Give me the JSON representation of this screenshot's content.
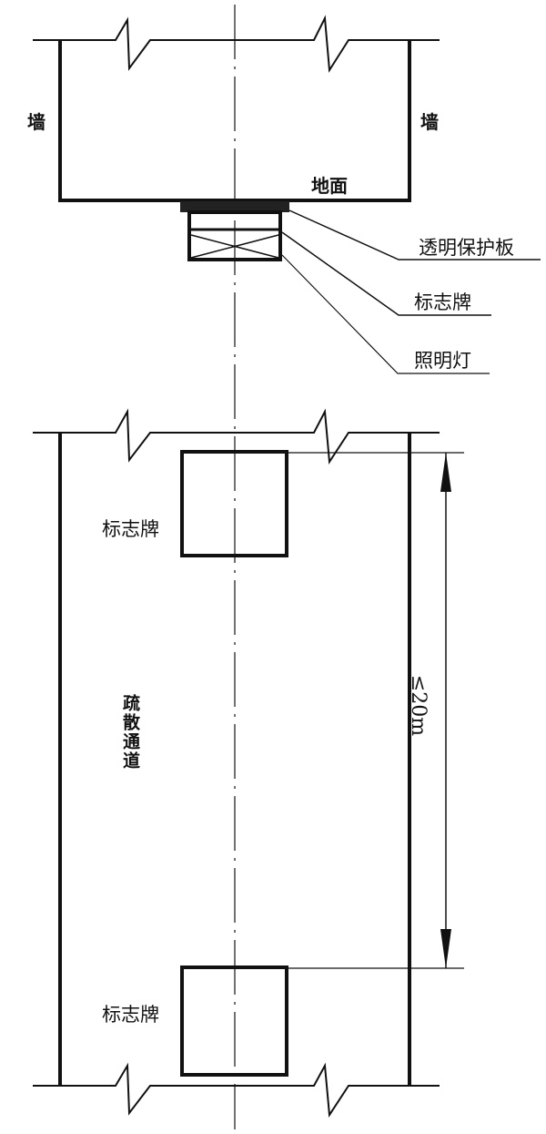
{
  "top_view": {
    "wall_left": "墙",
    "wall_right": "墙",
    "floor": "地面",
    "callouts": [
      "透明保护板",
      "标志牌",
      "照明灯"
    ]
  },
  "plan_view": {
    "sign_top": "标志牌",
    "sign_bottom": "标志牌",
    "corridor": "疏散通道",
    "spacing": "≤20m"
  }
}
